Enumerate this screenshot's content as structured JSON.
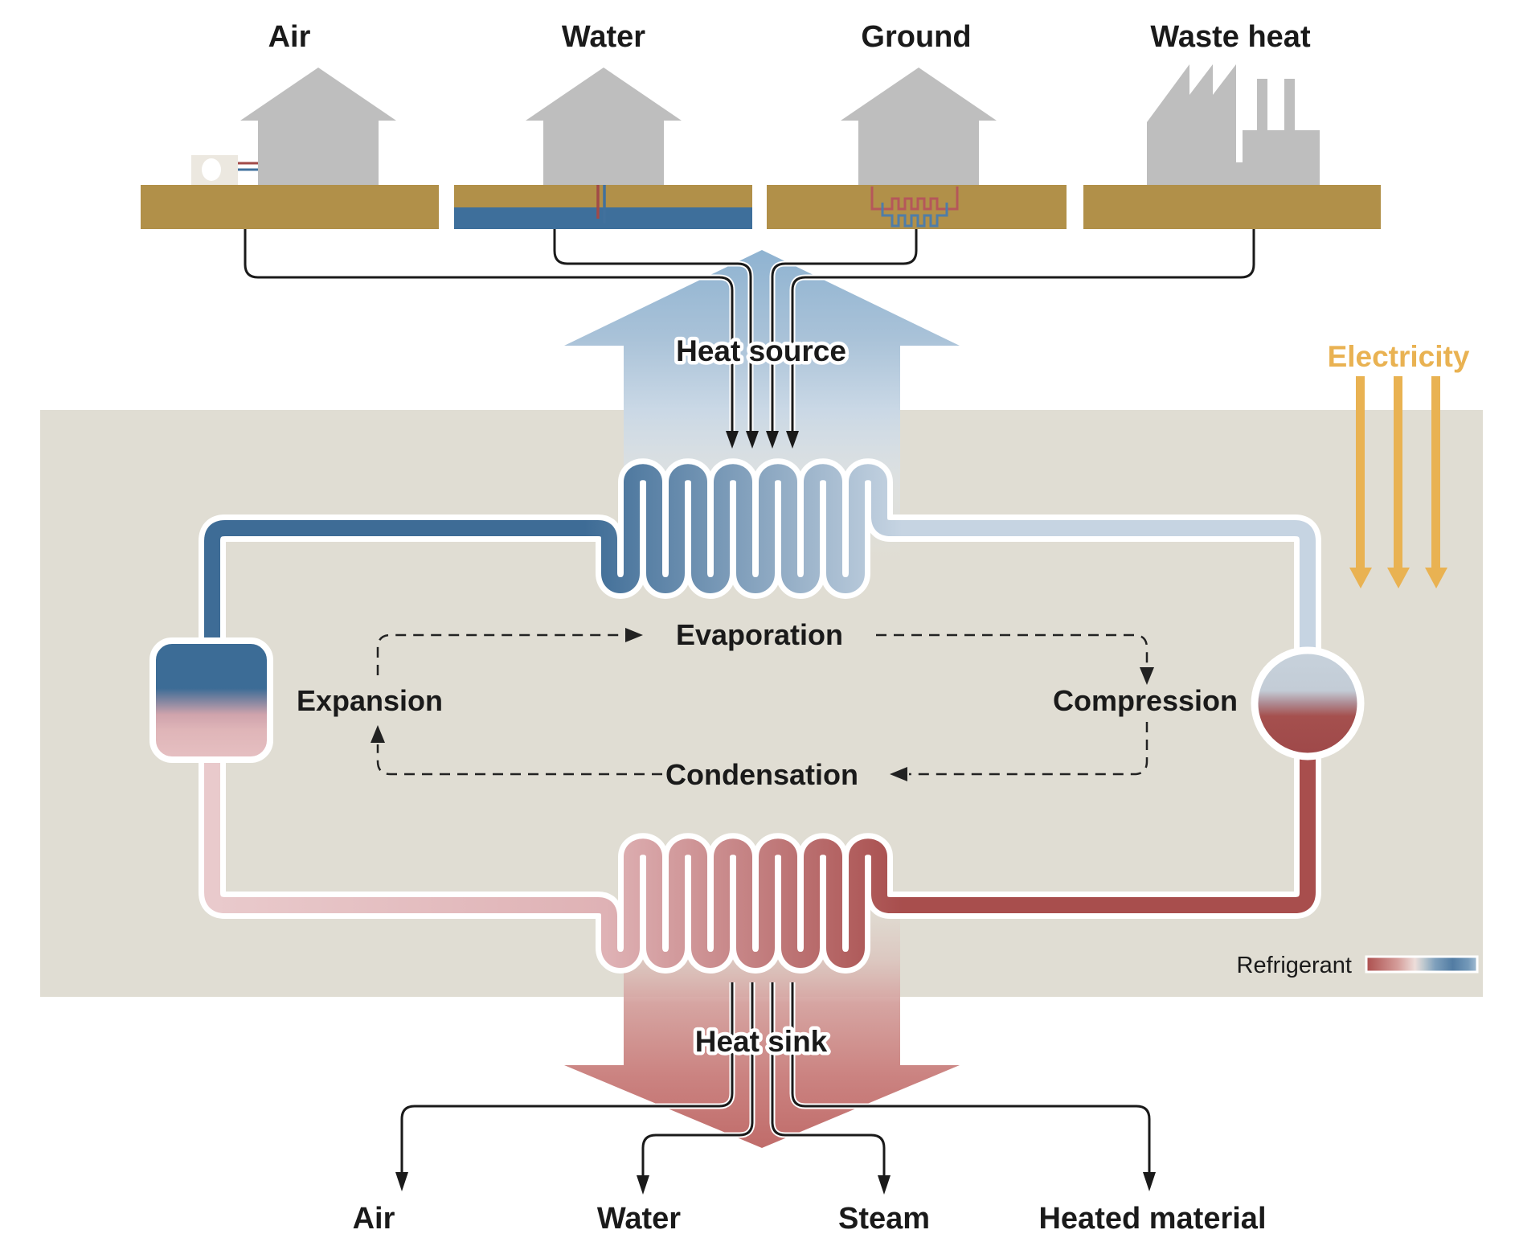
{
  "sources": {
    "items": [
      {
        "label": "Air",
        "icon": "house-with-heatpump-fan-icon"
      },
      {
        "label": "Water",
        "icon": "house-on-groundwater-icon"
      },
      {
        "label": "Ground",
        "icon": "house-with-ground-loop-icon"
      },
      {
        "label": "Waste heat",
        "icon": "factory-icon"
      }
    ]
  },
  "flows": {
    "heat_source_label": "Heat source",
    "heat_sink_label": "Heat sink",
    "electricity_label": "Electricity"
  },
  "cycle": {
    "evaporation_label": "Evaporation",
    "compression_label": "Compression",
    "condensation_label": "Condensation",
    "expansion_label": "Expansion"
  },
  "legend": {
    "refrigerant_label": "Refrigerant"
  },
  "outputs": {
    "items": [
      {
        "label": "Air"
      },
      {
        "label": "Water"
      },
      {
        "label": "Steam"
      },
      {
        "label": "Heated material"
      }
    ]
  },
  "colors": {
    "panel_beige": "#E0DDD3",
    "ground_brown": "#B19049",
    "water_blue": "#3E6F9B",
    "building_gray": "#BEBEBE",
    "electricity_yellow": "#E9B252",
    "refrigerant_cold_blue": "#3E6C96",
    "refrigerant_vapor_blue": "#C6D4E2",
    "refrigerant_hot_red": "#A84E4D",
    "refrigerant_warm_pink": "#E9CACC",
    "heat_source_arrow_blue": "#8FB3D1",
    "heat_sink_arrow_red": "#C06C6A",
    "line_black": "#1a1a1a"
  }
}
